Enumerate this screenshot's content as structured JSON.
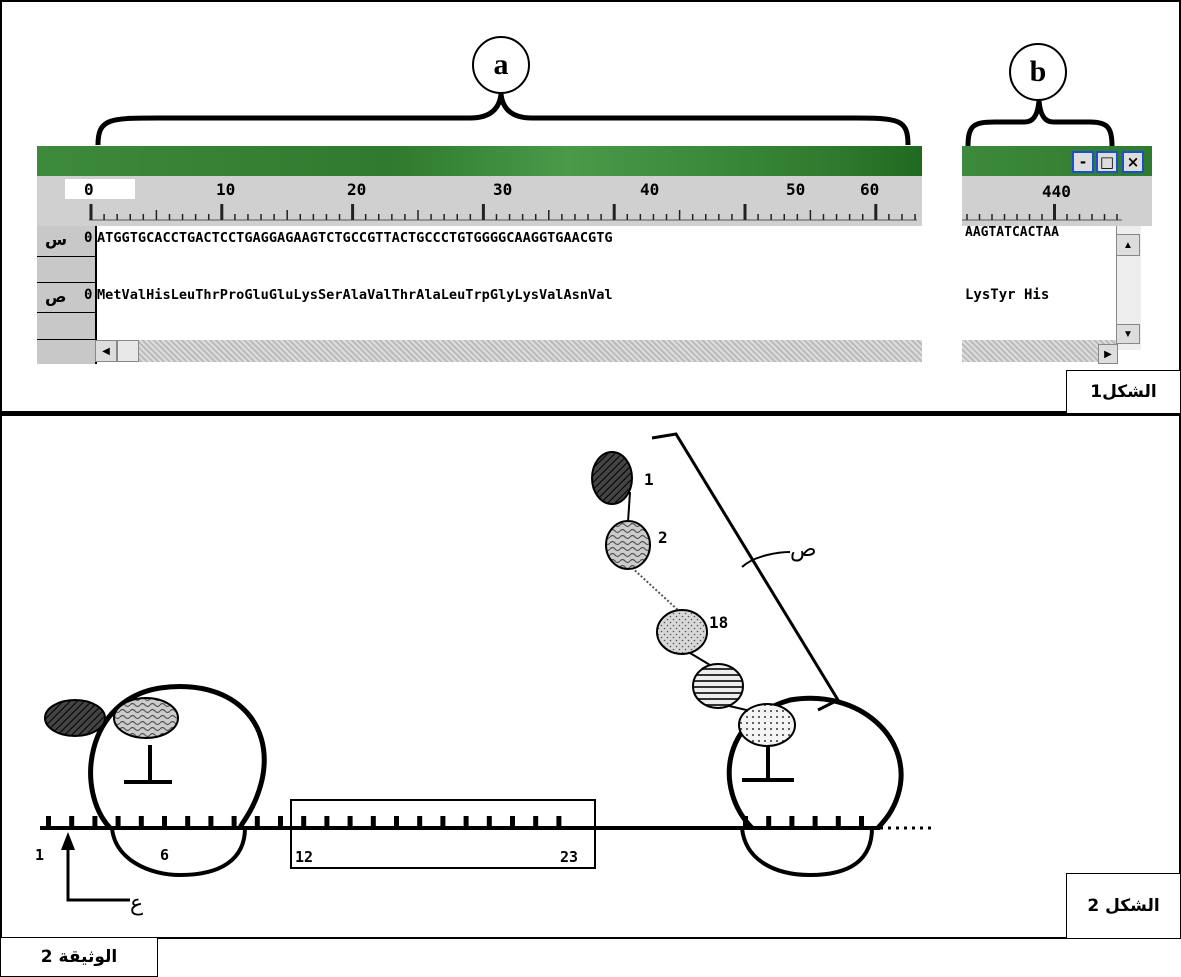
{
  "figure1": {
    "label": "الشكل1",
    "bracket_a": "a",
    "bracket_b": "b",
    "window_a": {
      "ticks": [
        "0",
        "10",
        "20",
        "30",
        "40",
        "50",
        "60"
      ],
      "row1_label": "س",
      "row1_index": "0",
      "dna": "ATGGTGCACCTGACTCCTGAGGAGAAGTCTGCCGTTACTGCCCTGTGGGGCAAGGTGAACGTG",
      "row2_label": "ص",
      "row2_index": "0",
      "protein": "MetValHisLeuThrProGluGluLysSerAlaValThrAlaLeuTrpGlyLysValAsnVal"
    },
    "window_b": {
      "tick": "440",
      "dna": "AAGTATCACTAA",
      "protein": "LysTyr His",
      "buttons": [
        "-",
        "□",
        "×"
      ]
    }
  },
  "figure2": {
    "label": "الشكل 2",
    "chain_numbers": [
      "1",
      "2",
      "18"
    ],
    "bracket_label": "ص",
    "arrow_label": "ع",
    "codon_numbers": [
      "1",
      "6",
      "12",
      "23"
    ]
  },
  "document_label": "الوثيقة 2"
}
